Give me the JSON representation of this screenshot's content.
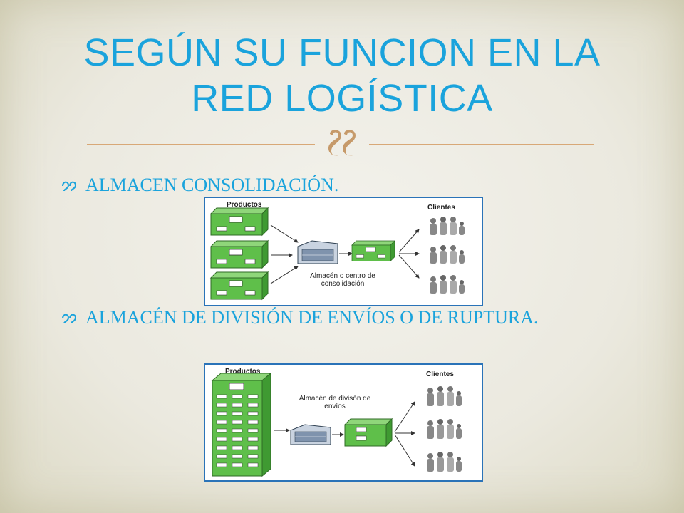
{
  "title": "SEGÚN SU FUNCION EN LA RED LOGÍSTICA",
  "bullets": [
    "ALMACEN CONSOLIDACIÓN.",
    "ALMACÉN DE DIVISIÓN DE ENVÍOS O DE RUPTURA."
  ],
  "diagram1": {
    "left_label": "Productos",
    "right_label": "Clientes",
    "center_label": "Almacén o centro de consolidación"
  },
  "diagram2": {
    "left_label": "Productos",
    "right_label": "Clientes",
    "center_label": "Almacén de divisón de envíos"
  },
  "colors": {
    "title": "#1aa3dc",
    "accent_rule": "#d8a877",
    "ornament": "#c69a6a",
    "panel_border": "#2a73b8",
    "box_green": "#5fbf4a"
  },
  "icons": {
    "ornament": "ornament-icon",
    "bullet": "bullet-icon"
  }
}
